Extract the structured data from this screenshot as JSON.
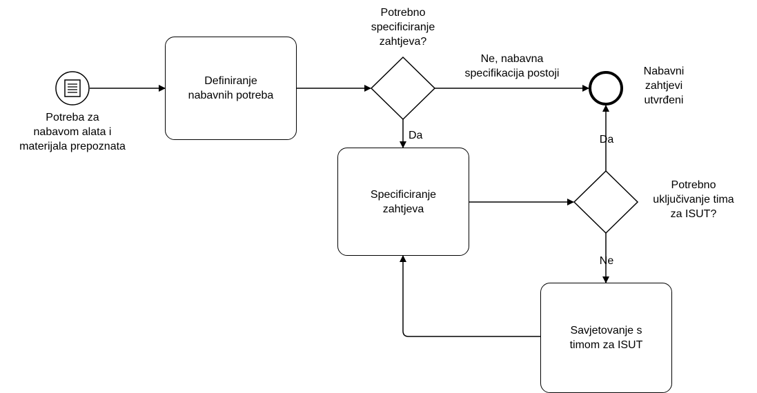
{
  "start_event": {
    "label": "Potreba za\nnabavom alata i\nmaterijala prepoznata",
    "icon": "message-event-icon"
  },
  "end_event": {
    "label": "Nabavni\nzahtjevi\nutvrđeni"
  },
  "tasks": {
    "define": "Definiranje\nnabavnih potreba",
    "specify": "Specificiranje\nzahtjeva",
    "consult": "Savjetovanje s\ntimom za ISUT"
  },
  "gateways": {
    "g1": "Potrebno\nspecificiranje\nzahtjeva?",
    "g2": "Potrebno\nuključivanje tima\nza ISUT?"
  },
  "flows": {
    "g1_no": "Ne, nabavna\nspecifikacija postoji",
    "g1_yes": "Da",
    "g2_yes": "Da",
    "g2_no": "Ne"
  }
}
